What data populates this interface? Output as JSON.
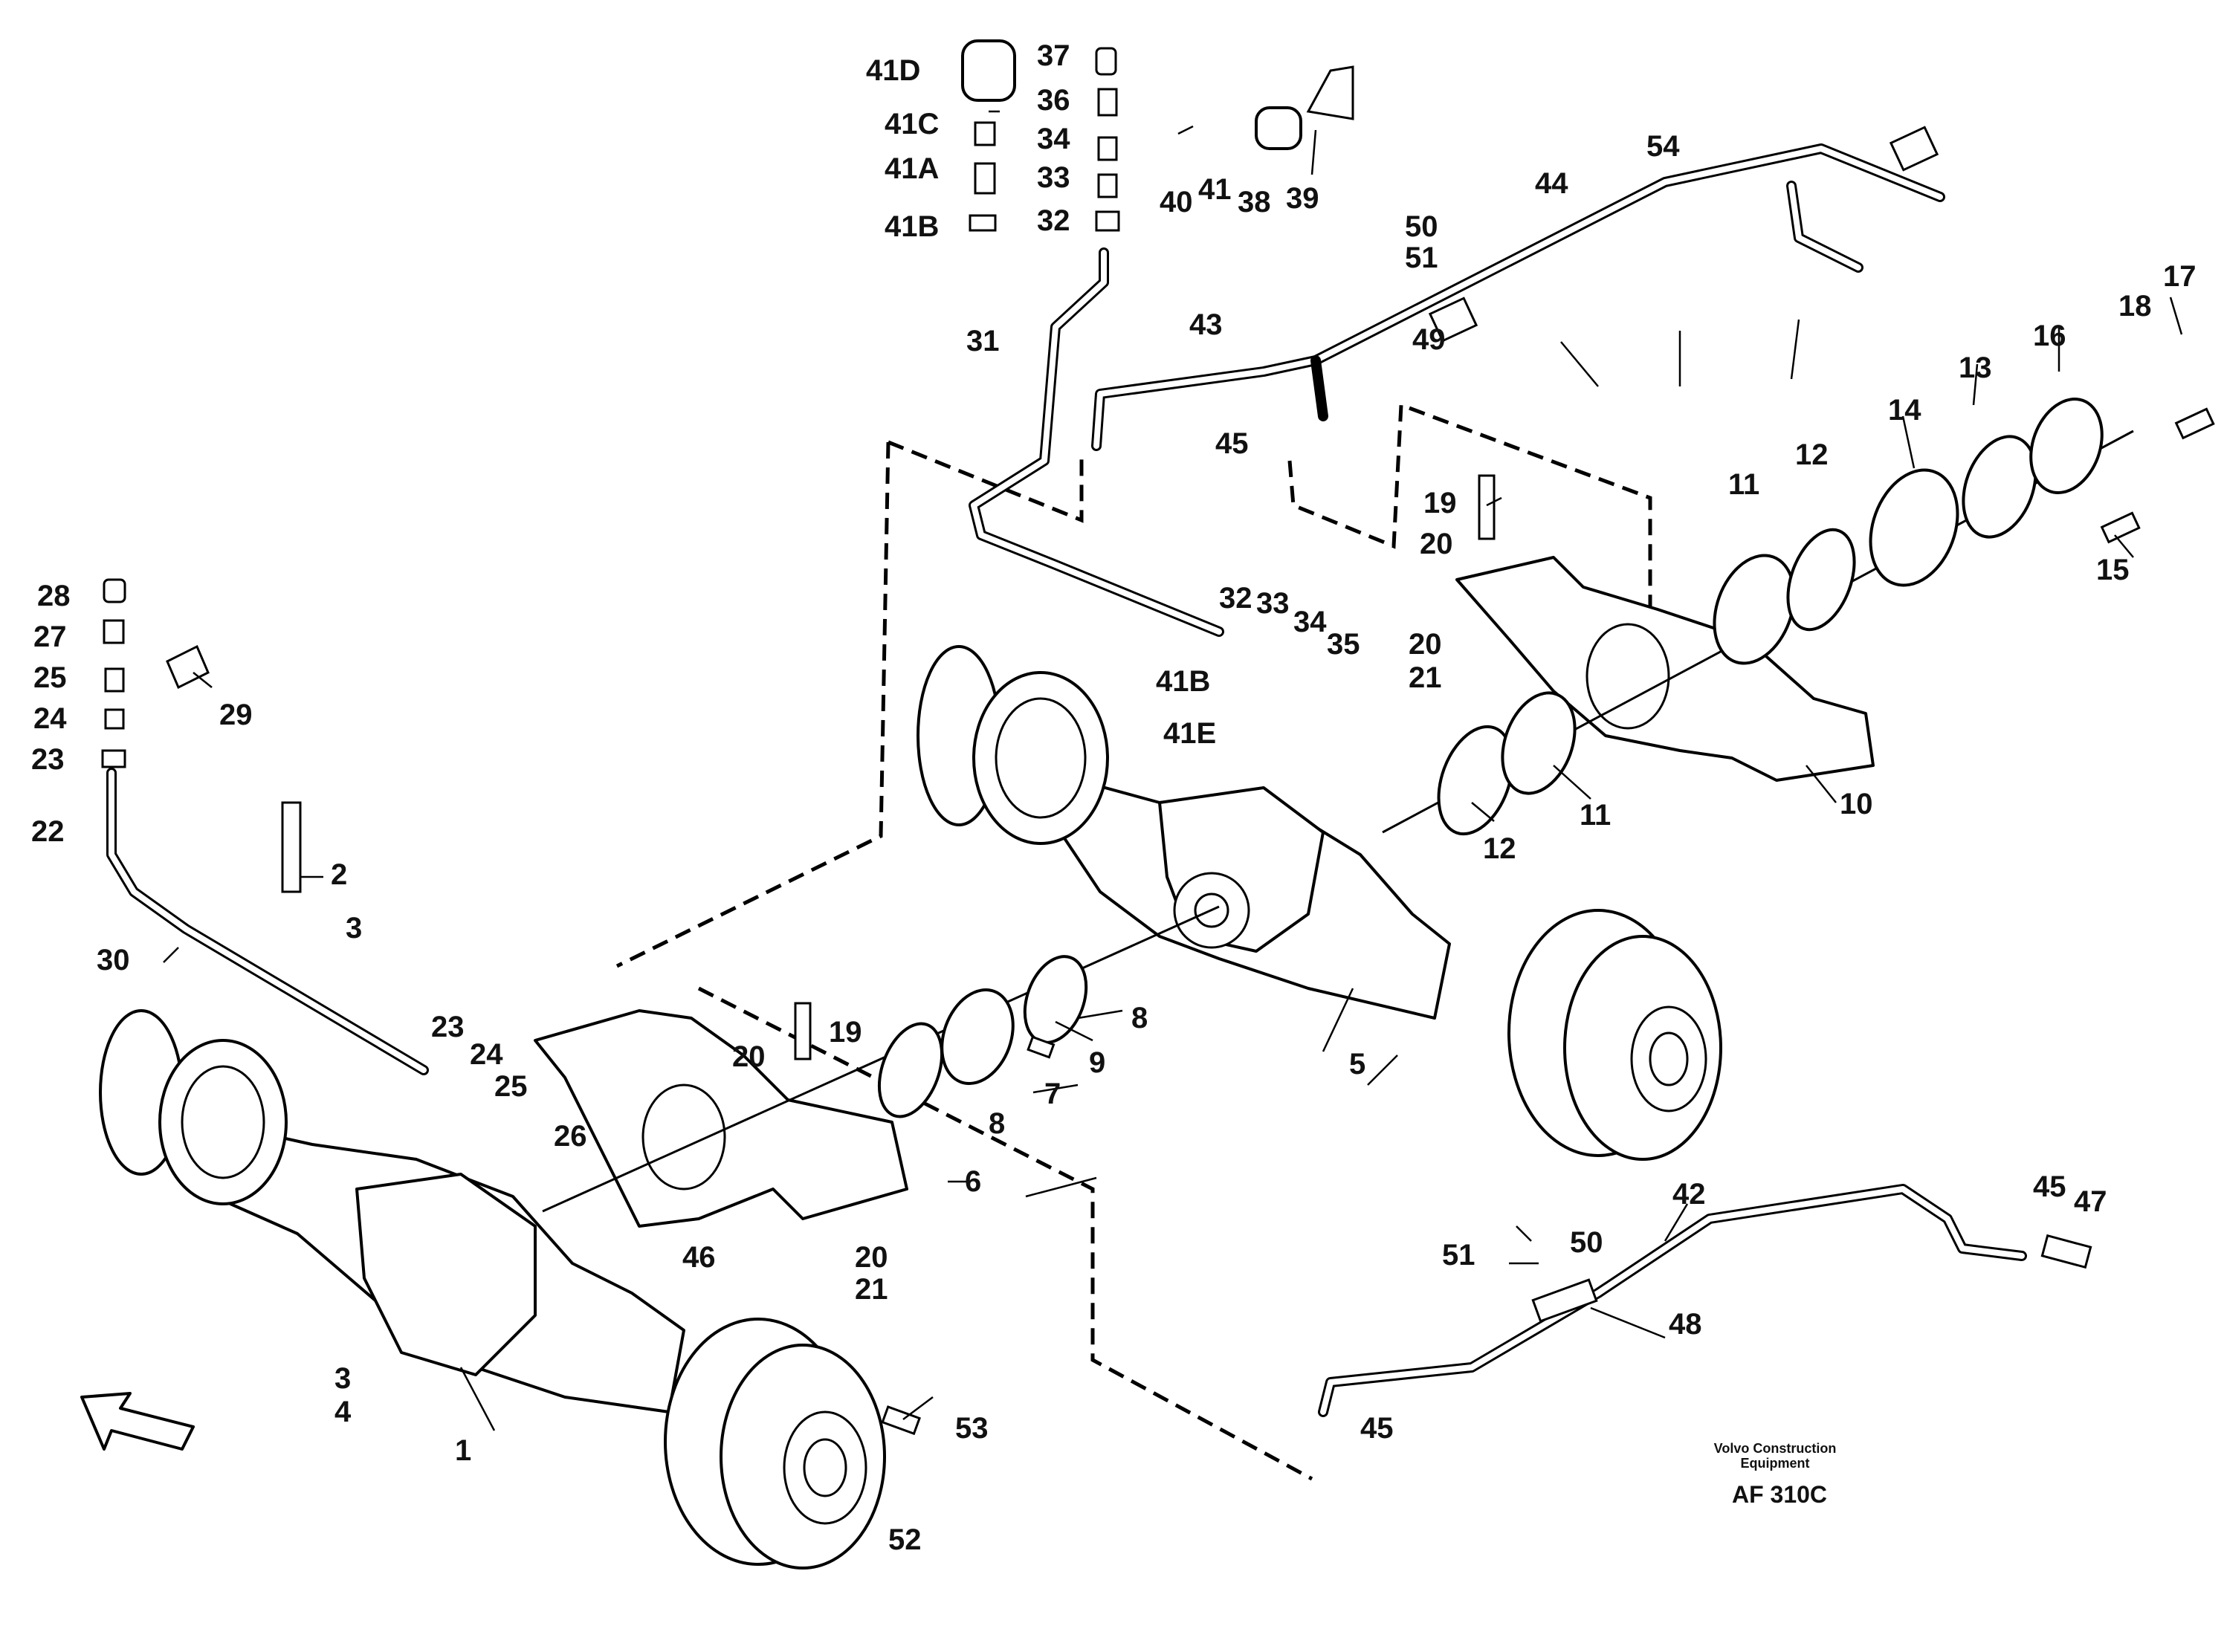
{
  "caption": {
    "maker_line1": "Volvo Construction",
    "maker_line2": "Equipment",
    "code": "AF 310C"
  },
  "labels": {
    "p1": "1",
    "p2": "2",
    "p3a": "3",
    "p3b": "3",
    "p4": "4",
    "p5": "5",
    "p6": "6",
    "p7": "7",
    "p8a": "8",
    "p8b": "8",
    "p9": "9",
    "p10": "10",
    "p11a": "11",
    "p11b": "11",
    "p12a": "12",
    "p12b": "12",
    "p13": "13",
    "p14": "14",
    "p15": "15",
    "p16": "16",
    "p17": "17",
    "p18": "18",
    "p19a": "19",
    "p19b": "19",
    "p20a": "20",
    "p20b": "20",
    "p20c": "20",
    "p20d": "20",
    "p21a": "21",
    "p21b": "21",
    "p22": "22",
    "p23a": "23",
    "p23b": "23",
    "p24a": "24",
    "p24b": "24",
    "p25a": "25",
    "p25b": "25",
    "p26": "26",
    "p27": "27",
    "p28": "28",
    "p29": "29",
    "p30": "30",
    "p31": "31",
    "p32a": "32",
    "p32b": "32",
    "p33a": "33",
    "p33b": "33",
    "p34a": "34",
    "p34b": "34",
    "p35": "35",
    "p36": "36",
    "p37": "37",
    "p38": "38",
    "p39": "39",
    "p40": "40",
    "p41": "41",
    "p41a": "41A",
    "p41b1": "41B",
    "p41b2": "41B",
    "p41c": "41C",
    "p41d": "41D",
    "p41e": "41E",
    "p42": "42",
    "p43": "43",
    "p44": "44",
    "p45a": "45",
    "p45b": "45",
    "p45c": "45",
    "p46": "46",
    "p47": "47",
    "p48": "48",
    "p49": "49",
    "p50a": "50",
    "p50b": "50",
    "p51a": "51",
    "p51b": "51",
    "p52": "52",
    "p53": "53",
    "p54": "54"
  },
  "icons": {
    "direction": "front-direction-arrow-icon"
  }
}
